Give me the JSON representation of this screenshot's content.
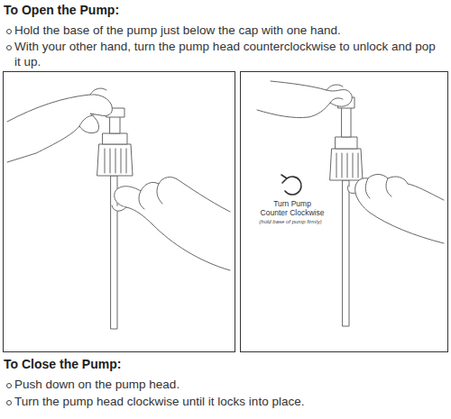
{
  "diagram": {
    "labels": [
      "To Open the Pump:",
      "Hold the base of the pump just below the cap with one hand.",
      "With your other hand, turn the pump head counterclockwise to unlock and pop it up.",
      "Turn Pump Counter Clockwise",
      "(hold base of pump firmly)",
      "To Close the Pump:",
      "Push down on the pump head.",
      "Turn the pump head clockwise until it locks into place."
    ]
  }
}
